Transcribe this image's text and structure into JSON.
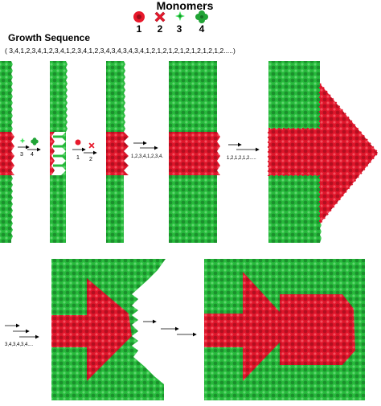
{
  "monomers": {
    "title": "Monomers",
    "items": [
      {
        "id": "1",
        "label": "1",
        "shape": "circle",
        "color": "#e8192c"
      },
      {
        "id": "2",
        "label": "2",
        "shape": "cross",
        "color": "#e8192c"
      },
      {
        "id": "3",
        "label": "3",
        "shape": "star",
        "color": "#3ee05a"
      },
      {
        "id": "4",
        "label": "4",
        "shape": "clover",
        "color": "#21a436"
      }
    ]
  },
  "growth_sequence": {
    "title": "Growth Sequence",
    "sequence": "( 3,4,1,2,3,4,1,2,3,4,1,2,3,4,1,2,3,4,3,4,3,4,3,4,1,2,1,2,1,2,1,2,1,2,1,2,1,2.....)"
  },
  "colors": {
    "green_fill": "#27bb3c",
    "green_dot": "#1c8f2d",
    "red_fill": "#e0162b",
    "red_dot": "#b20f20"
  },
  "steps": [
    {
      "id": "s1",
      "label": "3",
      "label2": "4"
    },
    {
      "id": "s2",
      "label": "1",
      "label2": "2"
    },
    {
      "id": "s3",
      "label": "1,2,3,4,1,2,3,4."
    },
    {
      "id": "s4",
      "label": "1,2,1,2,1,2....."
    },
    {
      "id": "s5",
      "label": "3,4,3,4,3,4...."
    },
    {
      "id": "s6",
      "label": ""
    }
  ]
}
